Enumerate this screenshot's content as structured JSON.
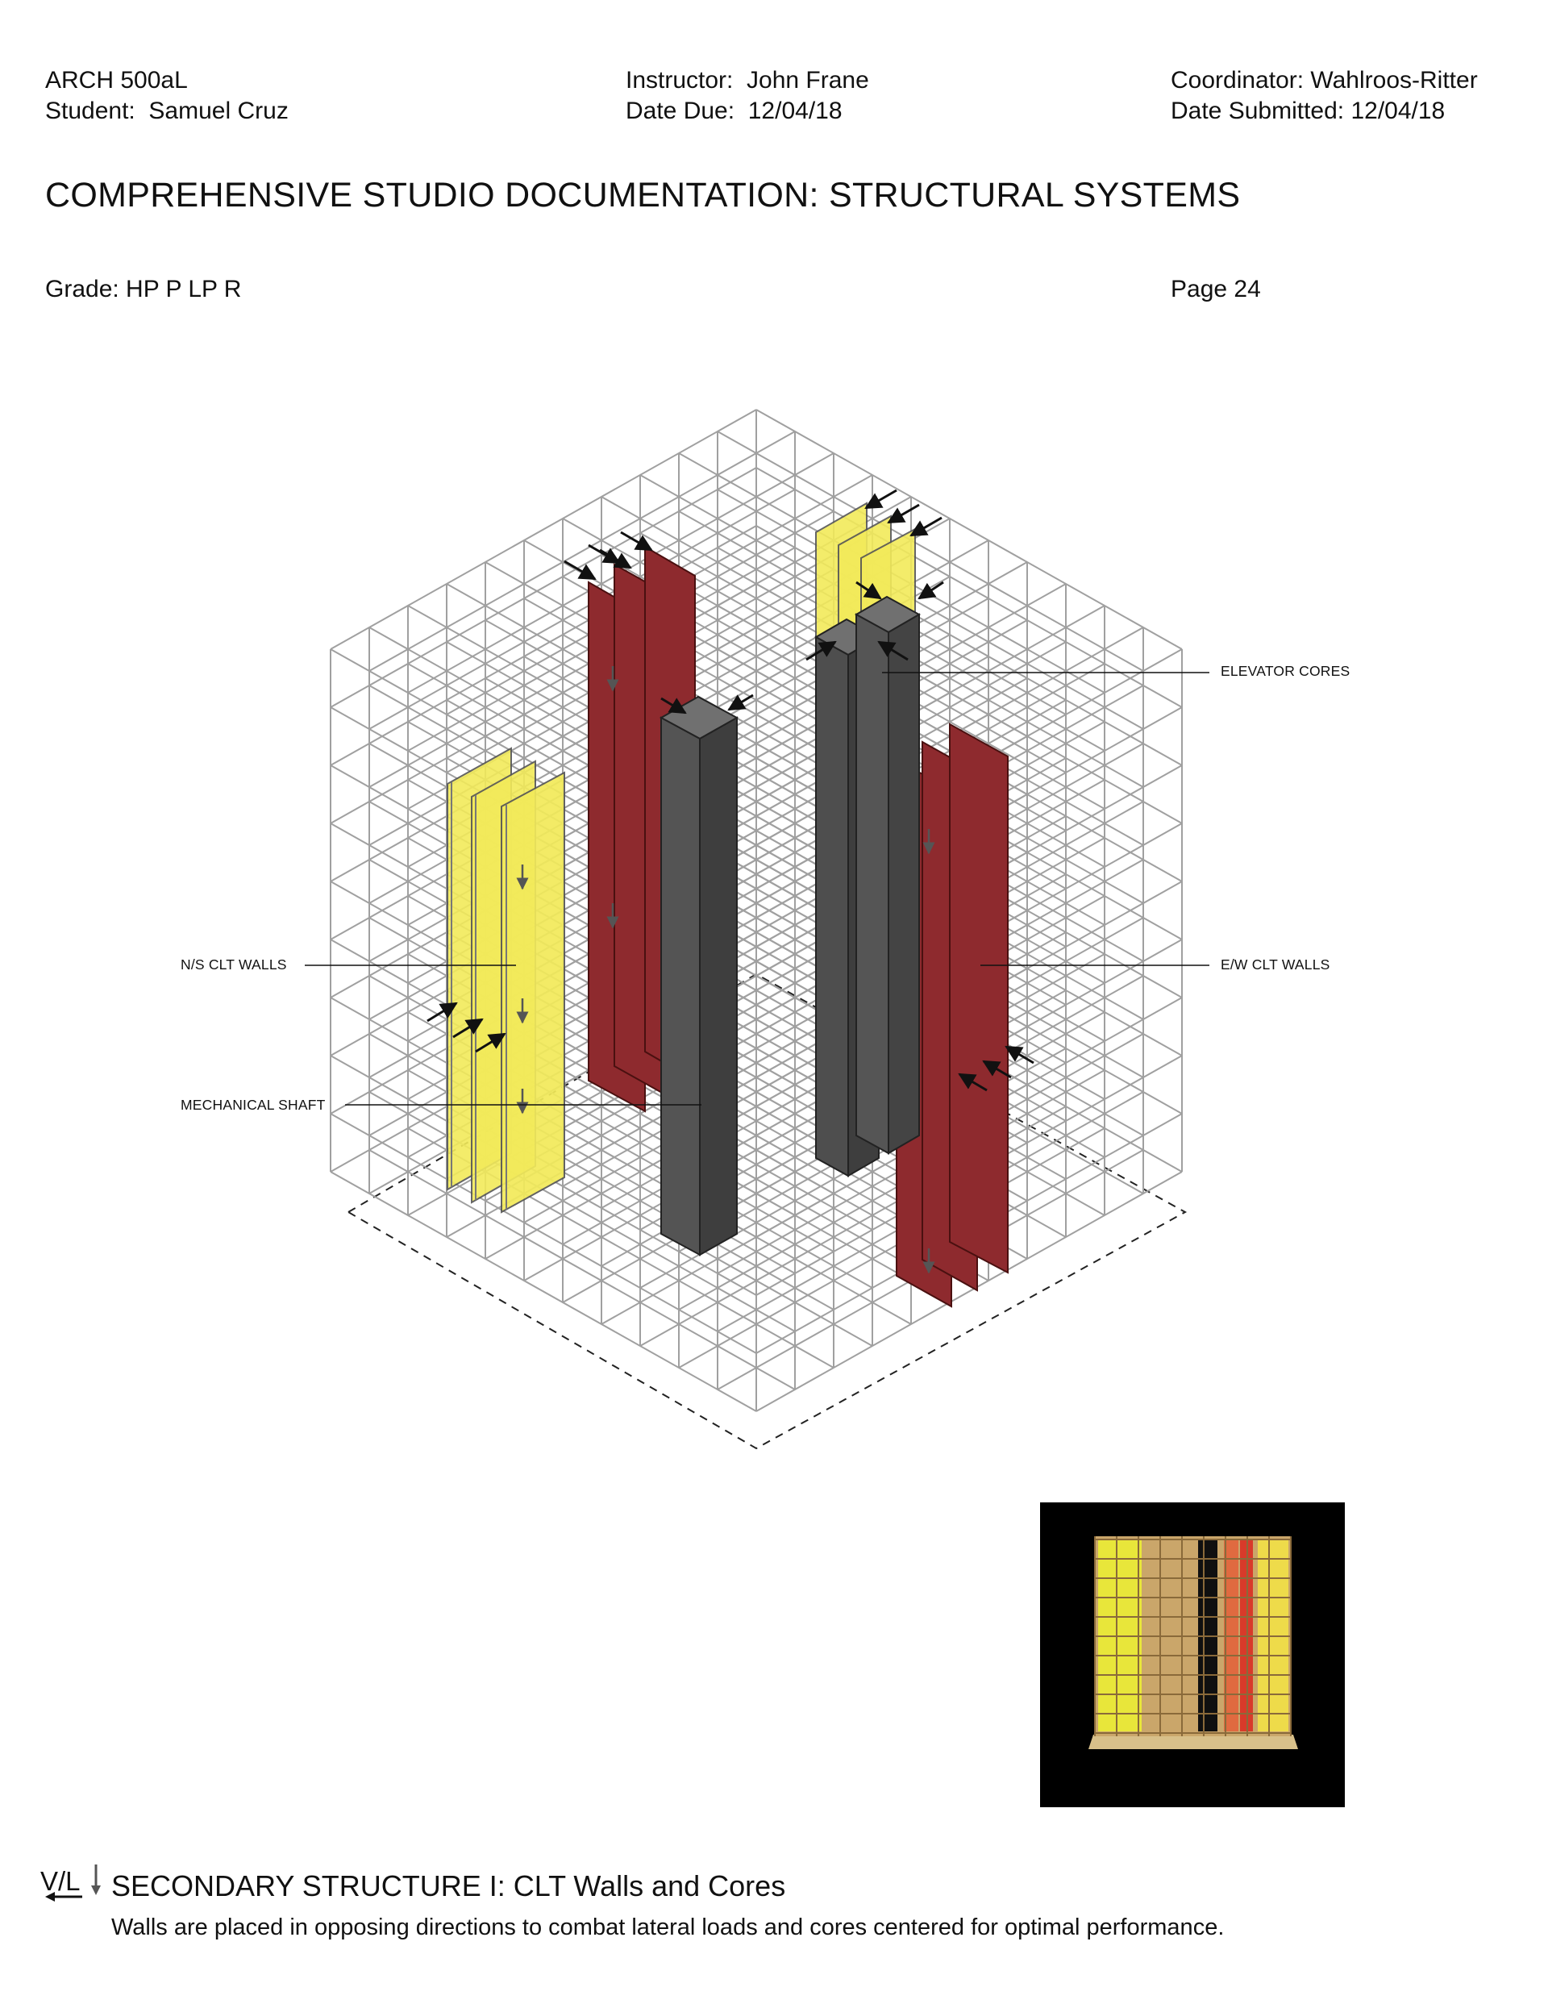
{
  "header": {
    "course": "ARCH 500aL",
    "student": "Student:  Samuel Cruz",
    "instructor": "Instructor:  John Frane",
    "date_due": "Date Due:  12/04/18",
    "coordinator": "Coordinator: Wahlroos-Ritter",
    "date_submitted": "Date Submitted: 12/04/18"
  },
  "title": "COMPREHENSIVE STUDIO DOCUMENTATION: STRUCTURAL SYSTEMS",
  "grade": "Grade: HP P LP R",
  "page": "Page 24",
  "diagram": {
    "callouts": {
      "elevator_cores": "ELEVATOR CORES",
      "ns_clt_walls": "N/S CLT WALLS",
      "ew_clt_walls": "E/W CLT WALLS",
      "mechanical_shaft": "MECHANICAL SHAFT"
    },
    "colors": {
      "ns_walls": "#f2ea5a",
      "ew_walls": "#8e2a2e",
      "cores": "#4e4e4e",
      "frame_stroke": "#9a9a9a",
      "load_arrows": "#111111"
    }
  },
  "footer": {
    "icon_label": "V/L",
    "section_title": "SECONDARY STRUCTURE I: CLT Walls and Cores",
    "description": "Walls are placed in opposing directions to combat lateral loads and cores centered for optimal performance."
  }
}
